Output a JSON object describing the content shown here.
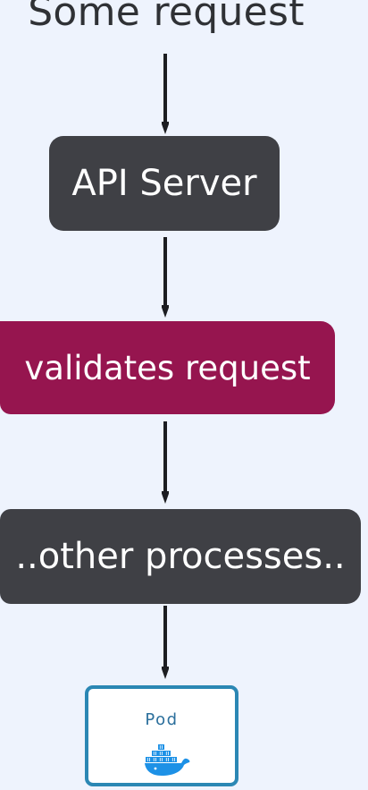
{
  "diagram": {
    "title": "Some request",
    "steps": [
      {
        "label": "API Server"
      },
      {
        "label": "validates request"
      },
      {
        "label": "..other processes.."
      }
    ],
    "pod": {
      "label": "Pod",
      "icon": "docker-whale-icon"
    }
  },
  "colors": {
    "background": "#eef3fd",
    "dark_box": "#3f4045",
    "accent_box": "#96154f",
    "pod_border": "#2b87b4",
    "docker_blue": "#1d91e6"
  }
}
